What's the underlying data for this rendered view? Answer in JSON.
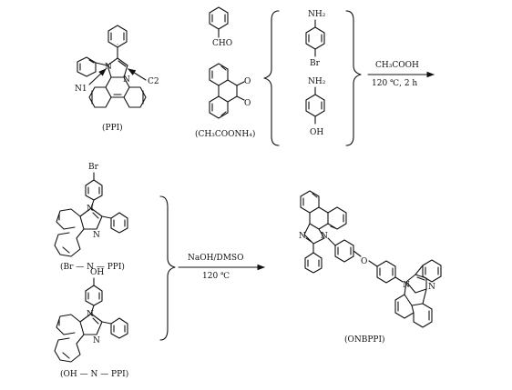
{
  "reagents": {
    "ppi": {
      "caption": "(PPI)",
      "label_n1": "N1",
      "label_c2": "C2"
    },
    "benzaldehyde": {
      "group": "CHO"
    },
    "ammonium_acetate": {
      "caption": "(CH₃COONH₄)"
    },
    "bromoaniline": {
      "amine": "NH₂",
      "substituent": "Br"
    },
    "aminophenol": {
      "amine": "NH₂",
      "substituent": "OH"
    }
  },
  "step1": {
    "reagent": "CH₃COOH",
    "conditions": "120 ℃, 2 h"
  },
  "intermediates": {
    "br_n_ppi": {
      "caption": "(Br — N — PPI)",
      "substituent": "Br"
    },
    "oh_n_ppi": {
      "caption": "(OH — N — PPI)",
      "substituent": "OH"
    }
  },
  "step2": {
    "reagent": "NaOH/DMSO",
    "conditions": "120 ℃"
  },
  "product": {
    "caption": "(ONBPPI)",
    "bridge_atom": "O"
  },
  "atoms": {
    "N": "N"
  }
}
